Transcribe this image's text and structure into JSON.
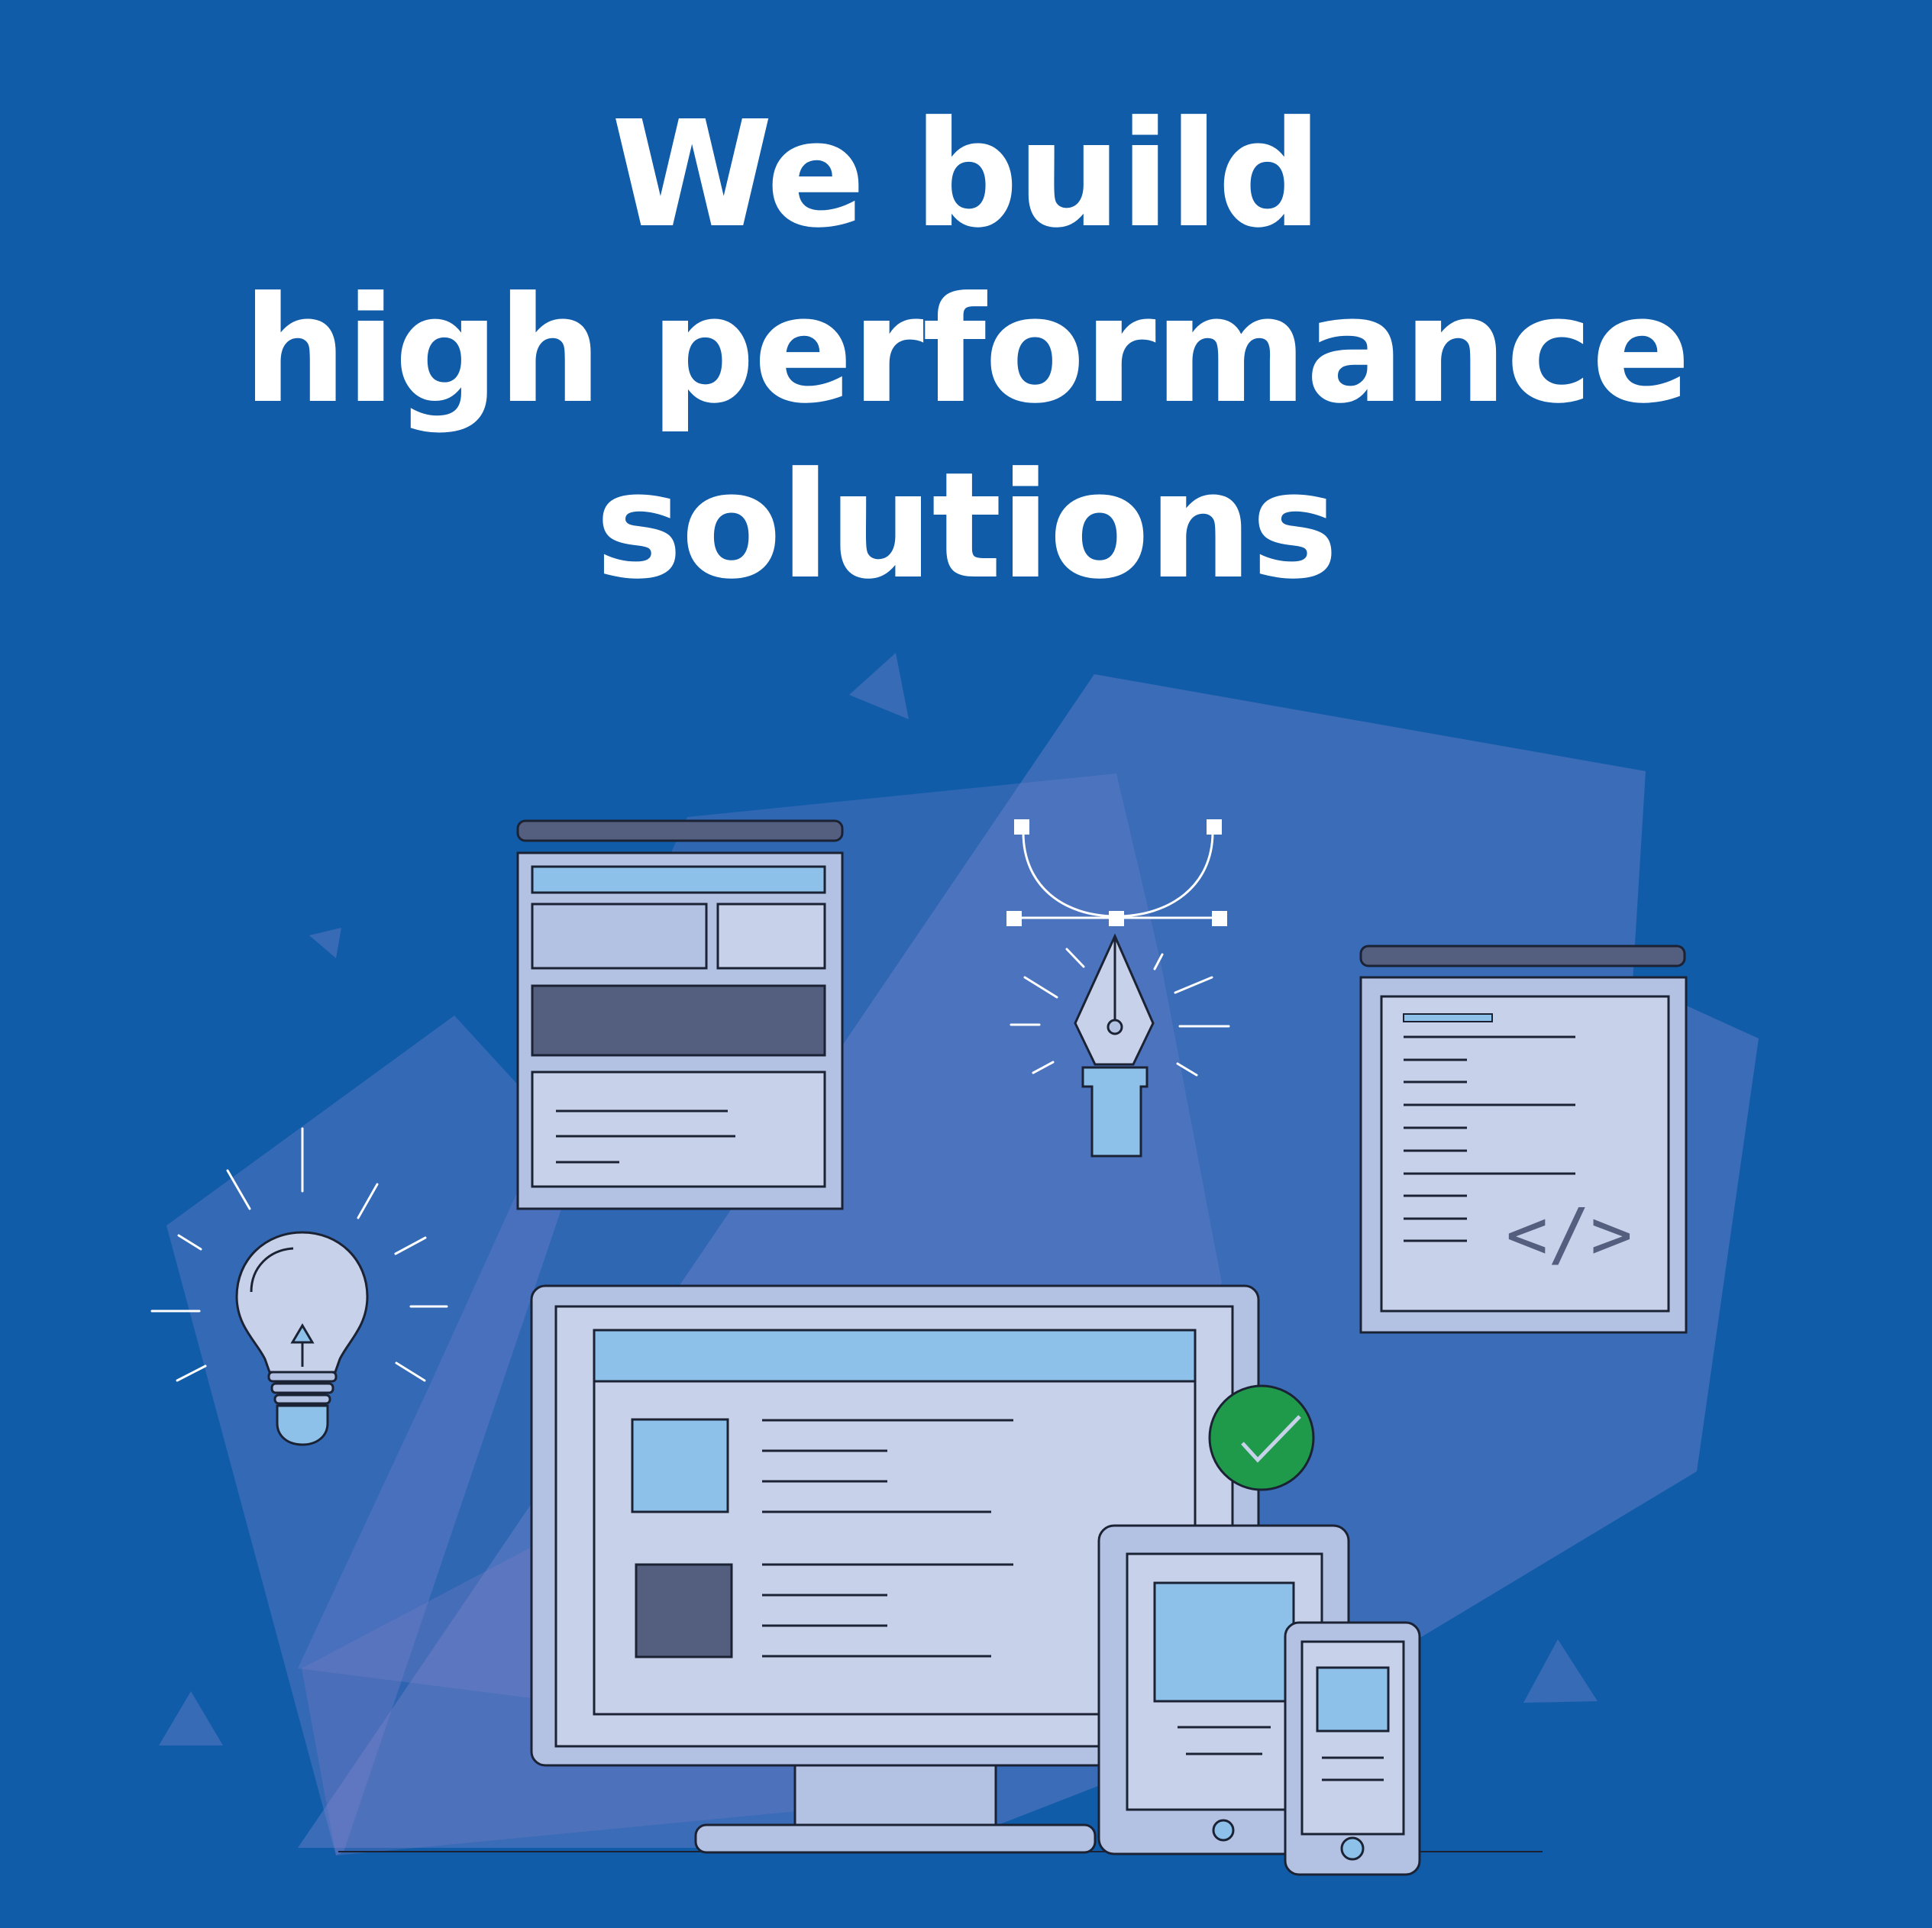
{
  "headline": {
    "line1": "We build",
    "line2": "high performance",
    "line3": "solutions"
  },
  "code_window": {
    "tag_glyph": "</>"
  },
  "colors": {
    "background": "#115CA8",
    "shape_light": "#5F6FB8",
    "device_frame": "#B3C2E3",
    "device_screen": "#C8D1EA",
    "accent_blue": "#8DC1EA",
    "dark_block": "#545E7E",
    "check_green": "#1E9A4A",
    "outline": "#1B2234",
    "headline_text": "#FFFFFF"
  },
  "icons": [
    "lightbulb-icon",
    "pen-tool-icon",
    "bezier-curve-icon",
    "code-icon",
    "checkmark-icon"
  ]
}
